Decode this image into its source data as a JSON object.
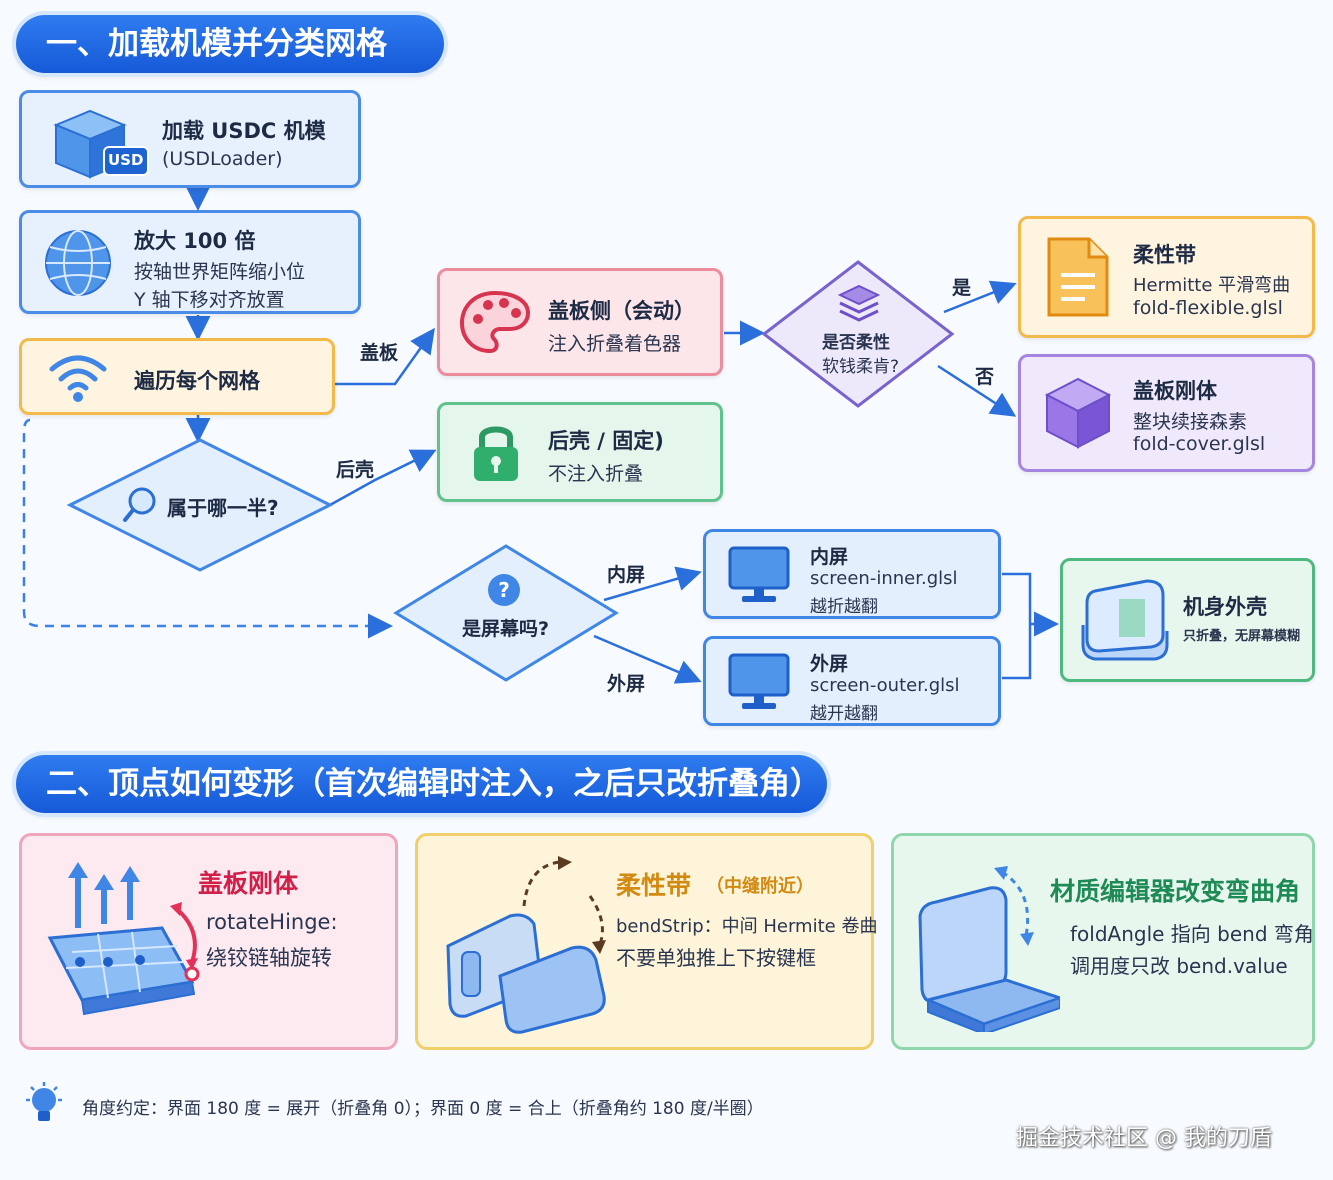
{
  "section1": {
    "title": "一、加载机模并分类网格"
  },
  "section2": {
    "title": "二、顶点如何变形（首次编辑时注入，之后只改折叠角）"
  },
  "nodes": {
    "load": {
      "title": "加载 USDC 机模",
      "sub": "(USDLoader)",
      "badge": "USD"
    },
    "scale": {
      "title": "放大 100 倍",
      "line1": "按轴世界矩阵缩小位",
      "line2": "Y 轴下移对齐放置"
    },
    "traverse": {
      "title": "遍历每个网格"
    },
    "which_half": {
      "title": "属于哪一半?"
    },
    "cover_side": {
      "title": "盖板侧（会动）",
      "line1": "注入折叠着色器"
    },
    "back_shell": {
      "title": "后壳 / 固定)",
      "line1": "不注入折叠"
    },
    "is_flexible": {
      "line1": "是否柔性",
      "line2": "软钱柔肯?"
    },
    "flex_band": {
      "title": "柔性带",
      "line1": "Hermitte 平滑弯曲",
      "line2": "fold-flexible.glsl"
    },
    "cover_rigid": {
      "title": "盖板刚体",
      "line1": "整块续接森素",
      "line2": "fold-cover.glsl"
    },
    "is_screen": {
      "title": "是屏幕吗?"
    },
    "inner_screen": {
      "title": "内屏",
      "line1": "screen-inner.glsl",
      "line2": "越折越翻"
    },
    "outer_screen": {
      "title": "外屏",
      "line1": "screen-outer.glsl",
      "line2": "越开越翻"
    },
    "body_shell": {
      "title": "机身外壳",
      "line1": "只折叠，无屏幕模糊"
    }
  },
  "edges": {
    "cover": "盖板",
    "back": "后壳",
    "yes": "是",
    "no": "否",
    "inner": "内屏",
    "outer": "外屏"
  },
  "cards": {
    "rigid": {
      "title": "盖板刚体",
      "line1": "rotateHinge:",
      "line2": "绕铰链轴旋转"
    },
    "flex": {
      "title": "柔性带",
      "title_note": "（中缝附近）",
      "line1": "bendStrip：中间 Hermite 卷曲",
      "line2": "不要单独推上下按键框"
    },
    "material": {
      "title": "材质编辑器改变弯曲角",
      "line1": "foldAngle 指向 bend 弯角",
      "line2": "调用度只改 bend.value"
    }
  },
  "footnote": "角度约定：界面 180 度 = 展开（折叠角 0）；界面 0 度 = 合上（折叠角约 180 度/半圈）",
  "watermark": "掘金技术社区 @ 我的刀盾",
  "colors": {
    "banner": "#1f66e0",
    "rigid_title": "#d11f4a",
    "flex_title": "#d28a12",
    "material_title": "#1e8a55"
  }
}
